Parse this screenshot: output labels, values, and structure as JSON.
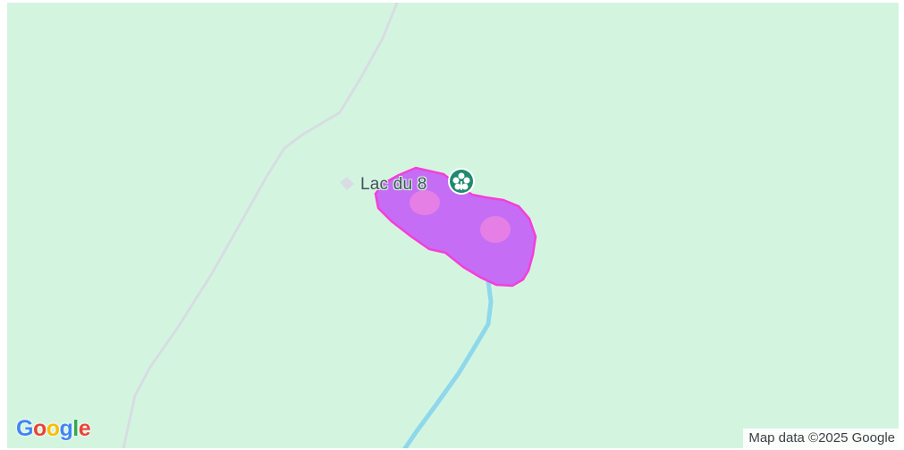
{
  "map": {
    "place_label": "Lac du 8",
    "poi_icon": "park-icon",
    "logo_text": "Google",
    "attribution": "Map data ©2025 Google"
  },
  "colors": {
    "background": "#d3f5e0",
    "road": "#d7dde3",
    "stream": "#8fd8ec",
    "lake_fill": "#c56df5",
    "lake_outline": "#f43fd8",
    "lake_highlight": "#e57fe6",
    "poi_marker": "#1e8a6e",
    "logo_blue": "#4285f4",
    "logo_red": "#ea4335",
    "logo_yellow": "#fbbc05",
    "logo_green": "#34a853"
  }
}
